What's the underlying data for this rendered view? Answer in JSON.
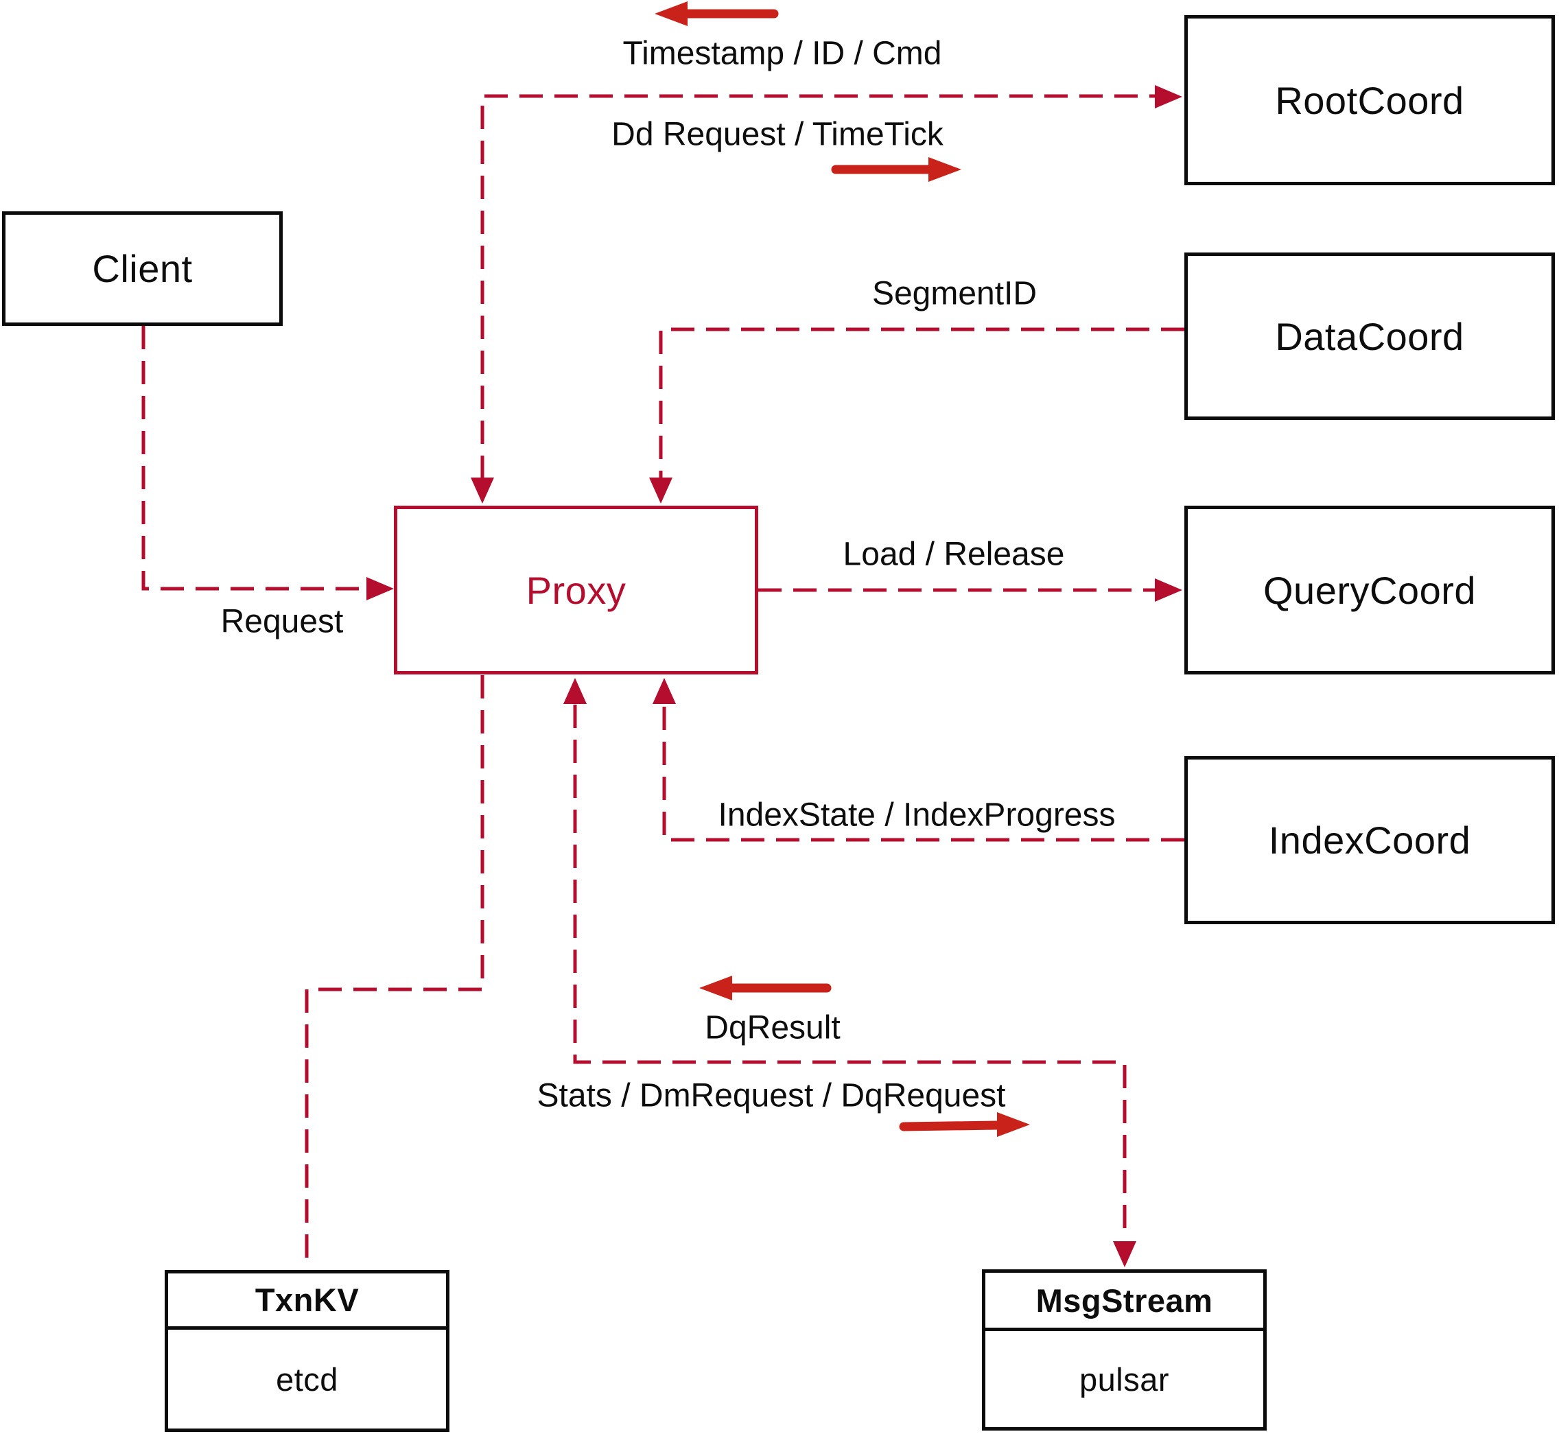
{
  "diagram": {
    "title": "Milvus proxy interaction diagram",
    "background": "#ffffff",
    "colors": {
      "node_border": "#0b0b0b",
      "node_text": "#0d0d0d",
      "proxy_accent": "#b50d2e",
      "connector": "#b50d2e",
      "direction_arrow": "#c8221b"
    },
    "icons": {
      "arrow-left": "solid left-pointing red arrow (triangle head + round shaft)",
      "arrow-right": "solid right-pointing red arrow (triangle head + round shaft)",
      "dashed-arrowhead": "solid crimson triangle terminating dashed connector"
    },
    "nodes": {
      "client": {
        "label": "Client"
      },
      "proxy": {
        "label": "Proxy"
      },
      "rootcoord": {
        "label": "RootCoord"
      },
      "datacoord": {
        "label": "DataCoord"
      },
      "querycoord": {
        "label": "QueryCoord"
      },
      "indexcoord": {
        "label": "IndexCoord"
      },
      "txnkv": {
        "title": "TxnKV",
        "impl": "etcd"
      },
      "msgstream": {
        "title": "MsgStream",
        "impl": "pulsar"
      }
    },
    "edges": {
      "proxy_rootcoord": {
        "label_up": "Timestamp / ID / Cmd",
        "up_icon": "arrow-left",
        "label_down": "Dd Request / TimeTick",
        "down_icon": "arrow-right"
      },
      "datacoord_proxy": {
        "label": "SegmentID"
      },
      "client_proxy": {
        "label": "Request"
      },
      "proxy_querycoord": {
        "label": "Load / Release"
      },
      "indexcoord_proxy": {
        "label": "IndexState / IndexProgress"
      },
      "msgstream_proxy": {
        "label": "DqResult",
        "icon": "arrow-left"
      },
      "proxy_msgstream": {
        "label": "Stats / DmRequest / DqRequest",
        "icon": "arrow-right"
      },
      "proxy_txnkv": {
        "label": ""
      }
    }
  }
}
